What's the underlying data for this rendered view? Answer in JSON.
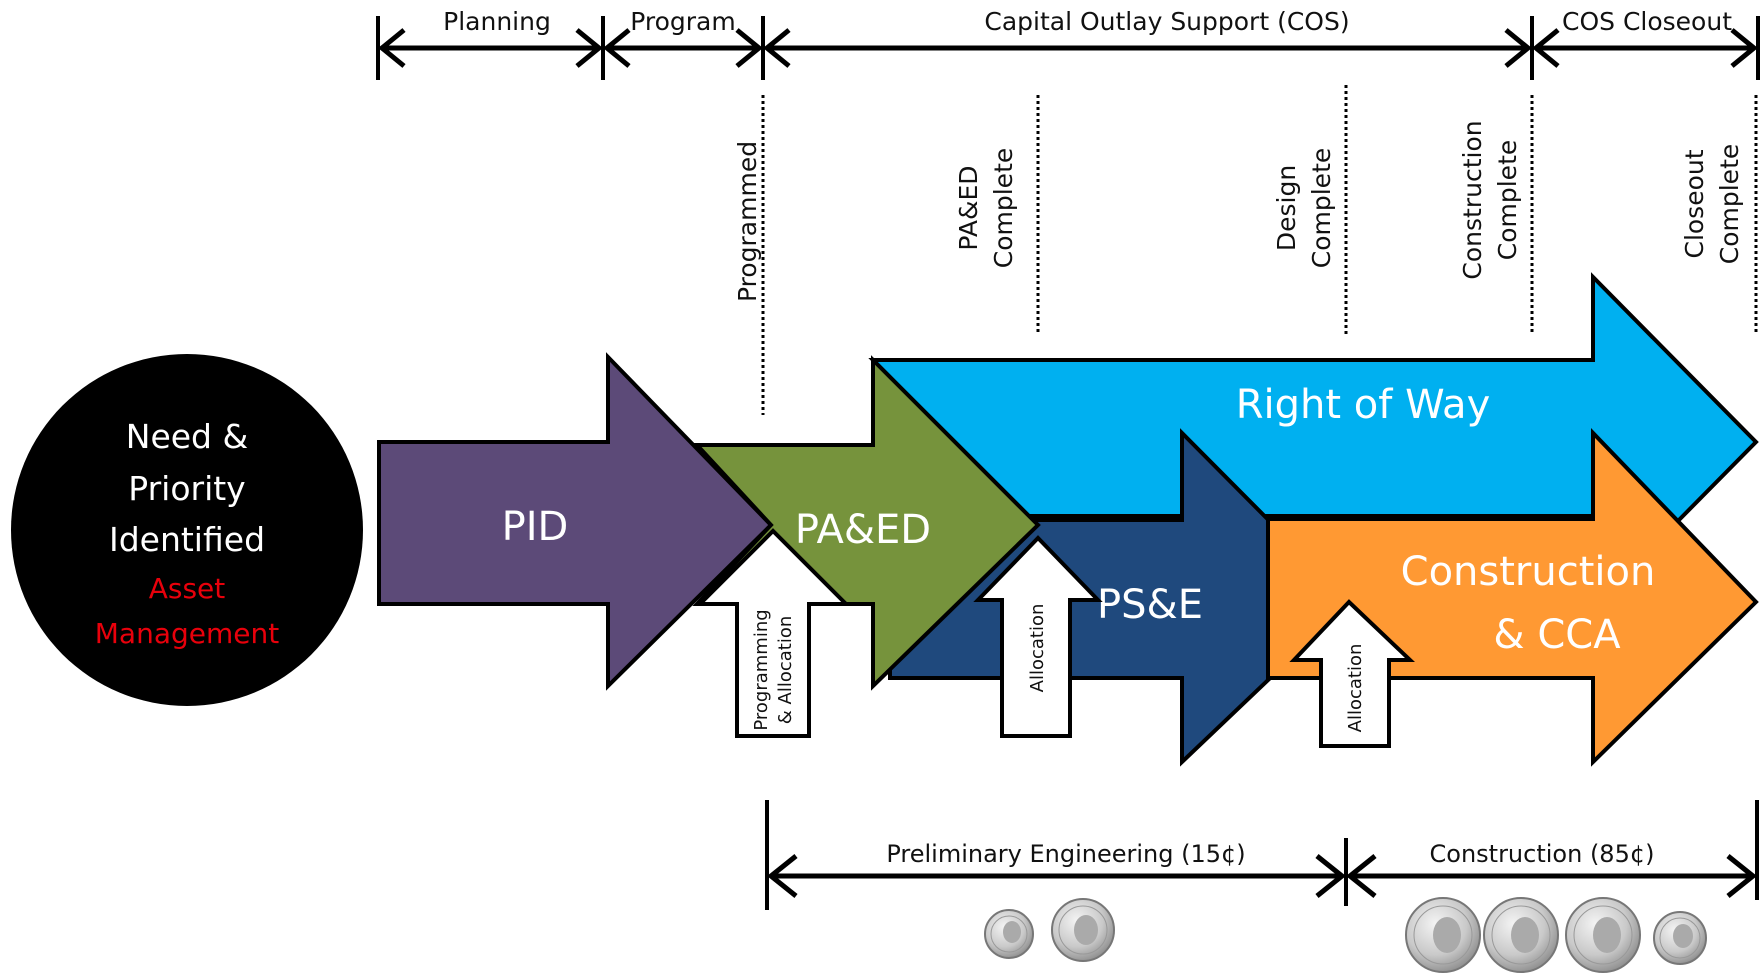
{
  "phases": {
    "planning": "Planning",
    "program": "Program",
    "cos": "Capital Outlay Support (COS)",
    "closeout": "COS Closeout"
  },
  "milestones": {
    "programmed": "Programmed",
    "paed_complete": [
      "PA&ED",
      "Complete"
    ],
    "design_complete": [
      "Design",
      "Complete"
    ],
    "construction_complete": [
      "Construction",
      "Complete"
    ],
    "closeout_complete": [
      "Closeout",
      "Complete"
    ]
  },
  "need_circle": {
    "lines": [
      "Need &",
      "Priority",
      "Identified"
    ],
    "asset_lines": [
      "Asset",
      "Management"
    ]
  },
  "arrows": {
    "pid": "PID",
    "paed": "PA&ED",
    "right_of_way": "Right of Way",
    "pse": "PS&E",
    "construction": [
      "Construction",
      "& CCA"
    ]
  },
  "allocations": {
    "first": [
      "Programming",
      "& Allocation"
    ],
    "second": "Allocation",
    "third": "Allocation"
  },
  "bottom": {
    "preliminary": "Preliminary Engineering (15¢)",
    "construction": "Construction (85¢)"
  },
  "colors": {
    "pid": "#5c4a78",
    "paed": "#76933c",
    "right_of_way": "#00b0f0",
    "pse": "#1f497d",
    "construction": "#ff9933",
    "asset": "#e8000b"
  },
  "coins": [
    "dime-icon",
    "nickel-icon",
    "quarter-icon",
    "quarter-icon",
    "quarter-icon",
    "dime-icon"
  ]
}
